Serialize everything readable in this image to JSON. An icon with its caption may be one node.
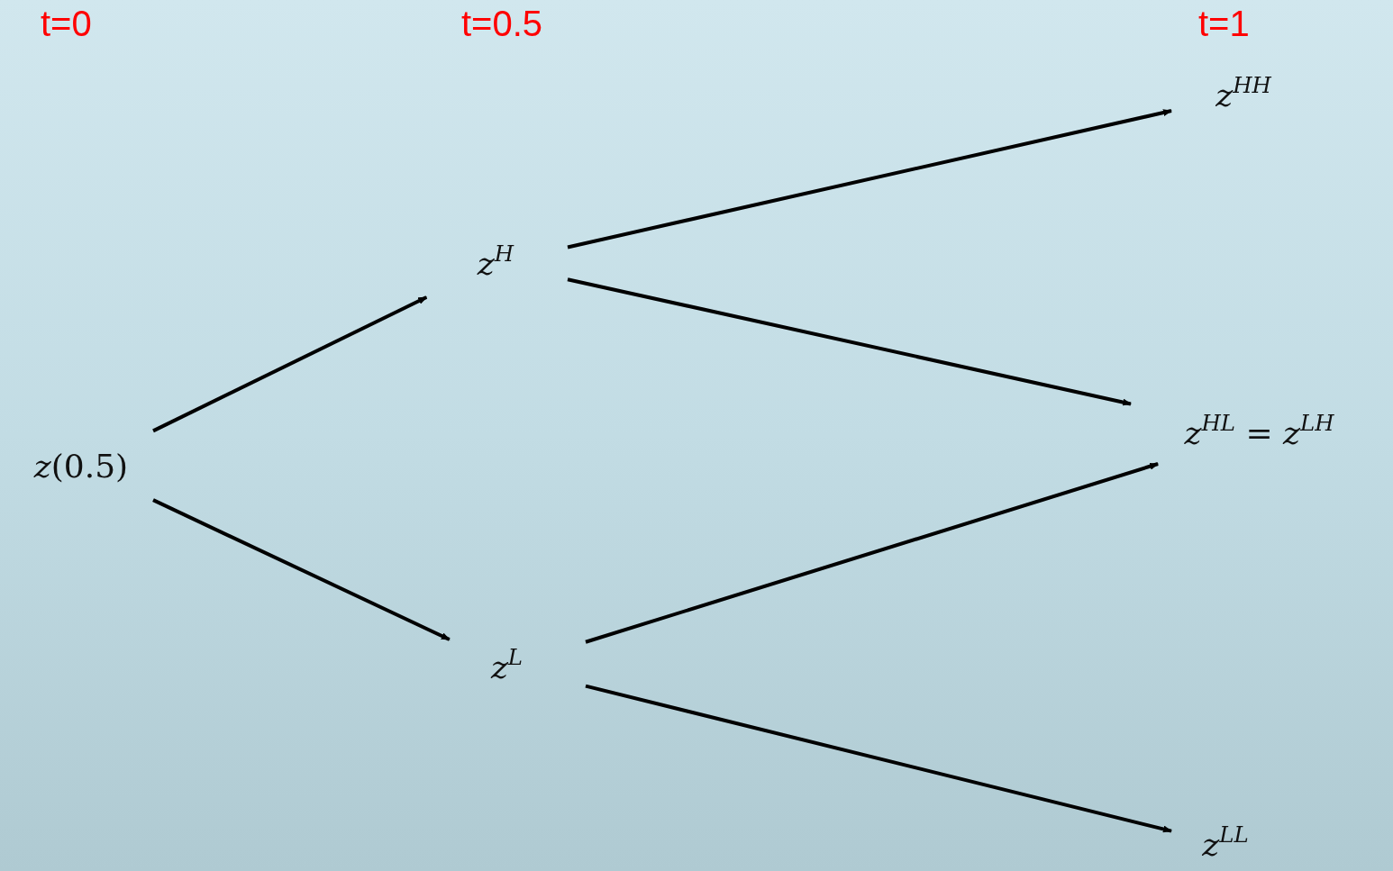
{
  "diagram": {
    "nodes": [
      {
        "text": [
          "*z*(0.5)"
        ]
      },
      {
        "text": [
          "*z*$^{H}$"
        ]
      },
      {
        "text": [
          "*z*$^{L}$"
        ]
      },
      {
        "text": [
          "*z*$^{HH}$"
        ]
      },
      {
        "text": [
          "*z*$^{HL}$ = *z*$^{LH}$"
        ]
      },
      {
        "text": [
          "*z*$^{LL}$"
        ]
      }
    ],
    "edges": [
      {
        "from": 0,
        "to": 1,
        "arrow": "to"
      },
      {
        "from": 0,
        "to": 2,
        "arrow": "to"
      },
      {
        "from": 1,
        "to": 3,
        "arrow": "to"
      },
      {
        "from": 1,
        "to": 4,
        "arrow": "to"
      },
      {
        "from": 2,
        "to": 4,
        "arrow": "to"
      },
      {
        "from": 2,
        "to": 5,
        "arrow": "to"
      }
    ],
    "labels": [
      "t=0",
      "t=0.5",
      "t=1"
    ]
  }
}
